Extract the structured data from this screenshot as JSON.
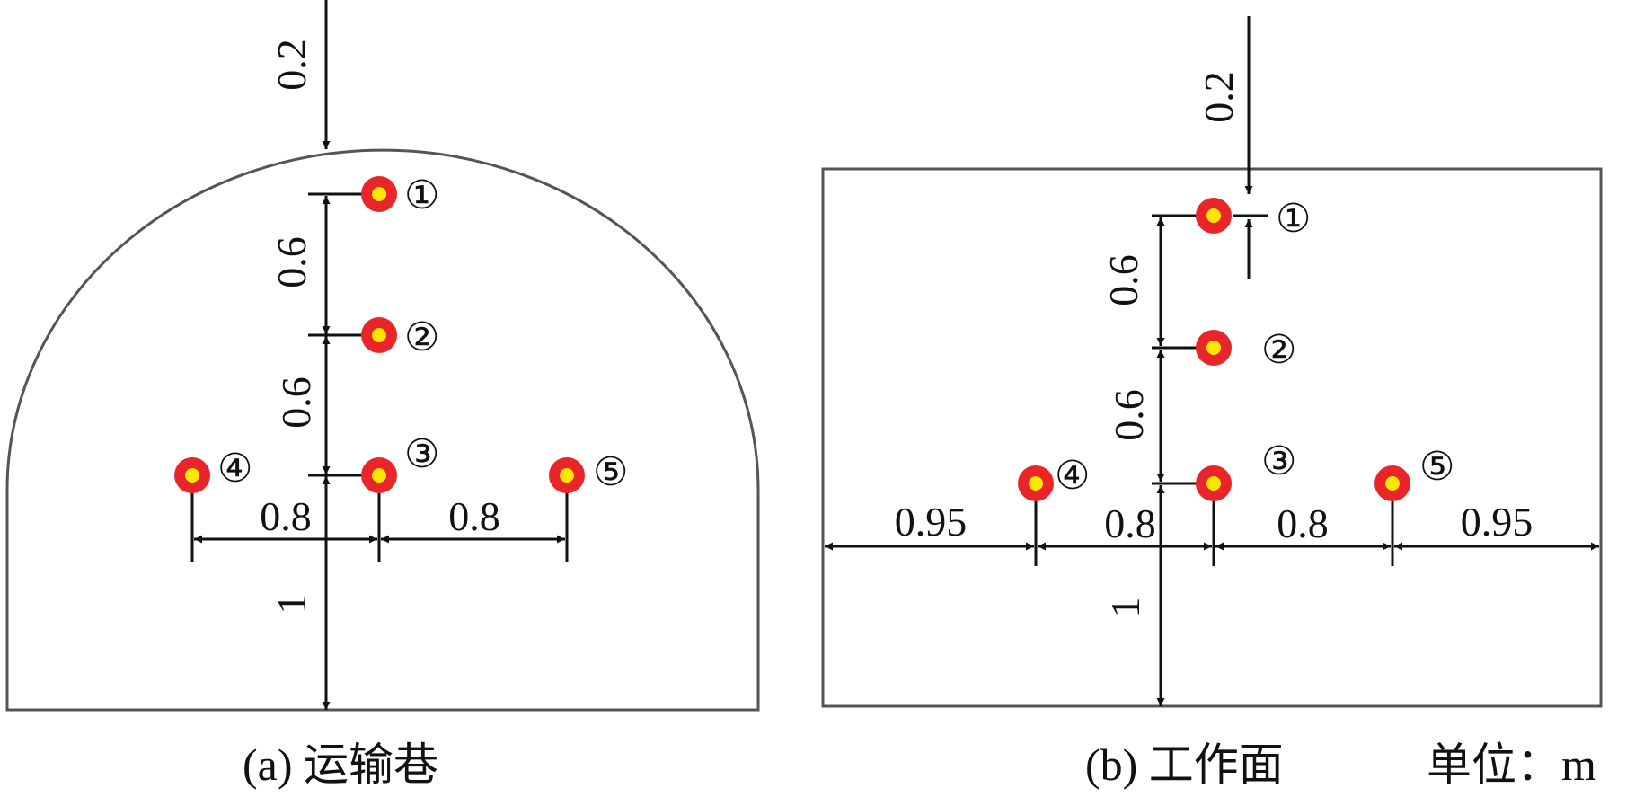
{
  "panel_a": {
    "caption": "(a) 运输巷",
    "dims": {
      "top_offset": "0.2",
      "v_spacing_1": "0.6",
      "v_spacing_2": "0.6",
      "bottom_height": "1",
      "h_left": "0.8",
      "h_right": "0.8"
    },
    "points": [
      "①",
      "②",
      "③",
      "④",
      "⑤"
    ]
  },
  "panel_b": {
    "caption": "(b) 工作面",
    "unit_label": "单位：m",
    "dims": {
      "top_offset": "0.2",
      "v_spacing_1": "0.6",
      "v_spacing_2": "0.6",
      "bottom_height": "1",
      "h_outer_left": "0.95",
      "h_left": "0.8",
      "h_right": "0.8",
      "h_outer_right": "0.95"
    },
    "points": [
      "①",
      "②",
      "③",
      "④",
      "⑤"
    ]
  },
  "colors": {
    "point_outer": "#e8262a",
    "point_inner": "#ffe600",
    "line": "#111111",
    "outline": "#555555"
  }
}
